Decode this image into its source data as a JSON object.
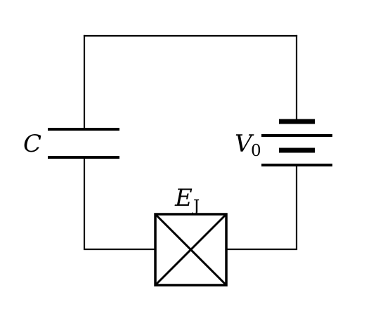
{
  "diagram": {
    "capacitor_label": "C",
    "voltage_label": "V",
    "voltage_subscript": "0",
    "junction_label": "E",
    "junction_subscript": "J"
  }
}
